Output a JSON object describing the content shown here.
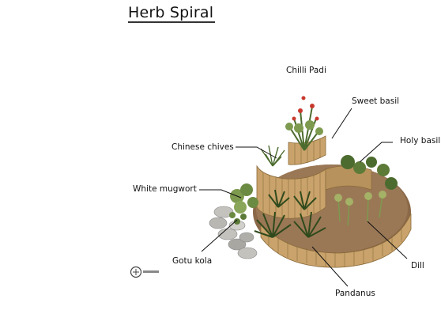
{
  "title": "Herb Spiral",
  "labels": {
    "chilli_padi": "Chilli Padi",
    "sweet_basil": "Sweet basil",
    "chinese_chives": "Chinese chives",
    "holy_basil": "Holy basil",
    "white_mugwort": "White mugwort",
    "gotu_kola": "Gotu kola",
    "dill": "Dill",
    "pandanus": "Pandanus"
  },
  "colors": {
    "wood": "#c9a36b",
    "wood_dark": "#8a6a3a",
    "soil": "#8a6848",
    "stone": "#b7b5b0",
    "leaf": "#4c6b2e",
    "leaf_light": "#7d9a4e",
    "chilli": "#c8382d"
  }
}
